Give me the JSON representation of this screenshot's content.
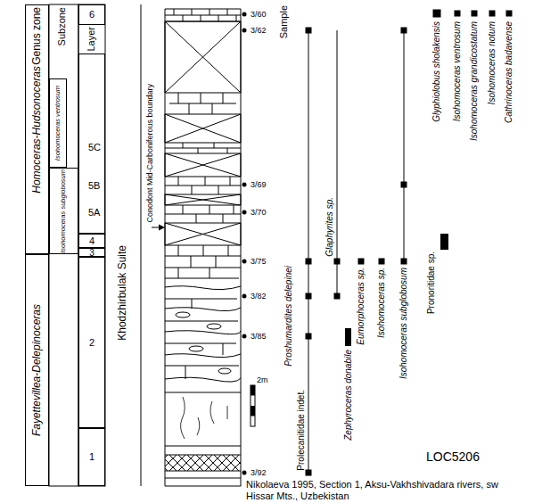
{
  "diagram": {
    "caption": "Nikolaeva 1995, Section 1, Aksu-Vakhshivadara rivers, sw Hissar Mts., Uzbekistan",
    "nodes": [
      {
        "text": [
          "Homoceras-Hudsonoceras"
        ]
      },
      {
        "text": [
          "Fayettevillea-Delepinoceras"
        ]
      },
      {
        "text": [
          "Isohomoceras ventrosum"
        ]
      },
      {
        "text": [
          "Isohomoceras subglobosum"
        ]
      },
      {
        "text": [
          "6"
        ]
      },
      {
        "text": [
          "5C",
          "5B",
          "5A"
        ]
      },
      {
        "text": [
          "4"
        ]
      },
      {
        "text": [
          "3"
        ]
      },
      {
        "text": [
          "2"
        ]
      },
      {
        "text": [
          "1"
        ]
      }
    ],
    "labels": [
      "Genus zone",
      "Subzone",
      "Layer",
      "Khodzhirbulak Suite",
      "Conodont Mid-Carboniferous boundary",
      "Sample",
      "3/60",
      "3/62",
      "3/69",
      "3/70",
      "3/75",
      "3/82",
      "3/85",
      "3/92",
      "2m",
      "Proshumardites delepinei",
      "Prolecanitidae indet.",
      "Glaphyrites sp.",
      "Zephyroceras donabile",
      "Eumorphoceras sp.",
      "Isohomoceras sp.",
      "Isohomoceras subglobosum",
      "Pronoritidae sp.",
      "Glyphiolobus sholakensis",
      "Isohomoceras ventrosum",
      "Isohomoceras grandicostatum",
      "Isohomoceras notum",
      "Cathrinoceras badavense",
      "LOC5206"
    ]
  }
}
